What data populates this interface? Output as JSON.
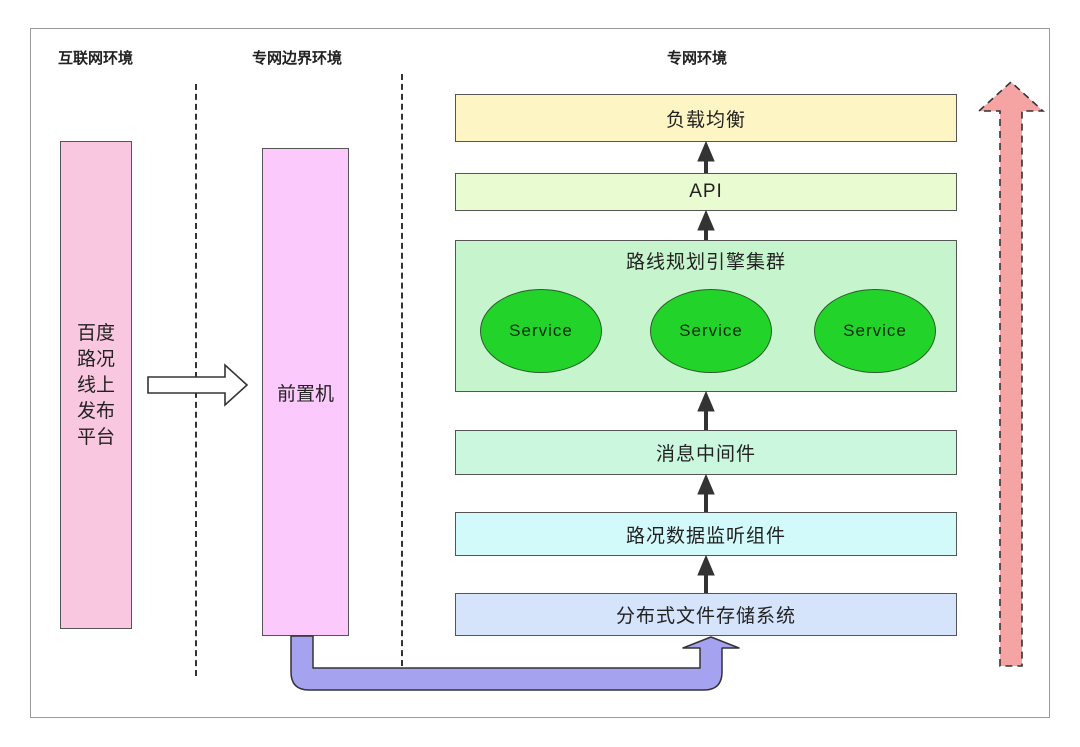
{
  "zones": {
    "internet": "互联网环境",
    "boundary": "专网边界环境",
    "private": "专网环境"
  },
  "internet_platform": {
    "lines": [
      "百度",
      "路况",
      "线上",
      "发布",
      "平台"
    ]
  },
  "front_machine": "前置机",
  "stack": {
    "load_balancer": "负载均衡",
    "api": "API",
    "cluster": {
      "title": "路线规划引擎集群",
      "services": [
        "Service",
        "Service",
        "Service"
      ]
    },
    "middleware": "消息中间件",
    "listener": "路况数据监听组件",
    "storage": "分布式文件存储系统"
  },
  "colors": {
    "platform_fill": "#f9c8e0",
    "front_fill": "#fbc9fb",
    "load_balancer_fill": "#fdf5c3",
    "api_fill": "#e9fbd1",
    "cluster_fill": "#c6f5cd",
    "service_fill": "#22d42a",
    "middleware_fill": "#cbf7df",
    "listener_fill": "#d2fafa",
    "storage_fill": "#d5e4fb",
    "flow_arrow_fill": "#a5a2ef",
    "big_arrow_fill": "#f6a3a3"
  }
}
